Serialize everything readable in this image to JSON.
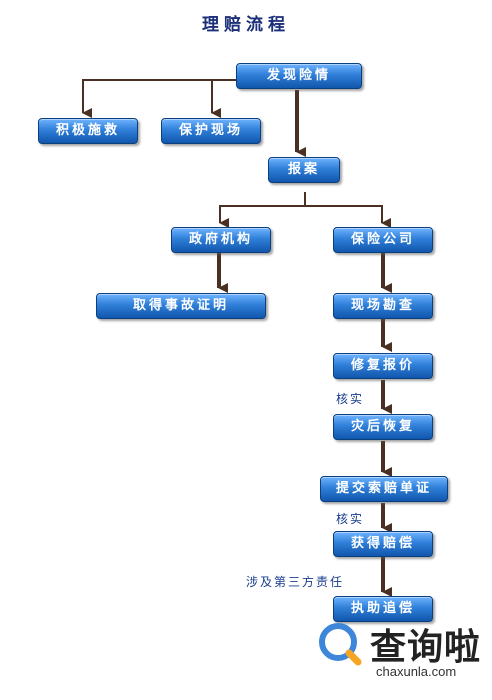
{
  "title": "理赔流程",
  "nodes": {
    "discover": "发现险情",
    "rescue": "积极施救",
    "protect": "保护现场",
    "report": "报案",
    "gov": "政府机构",
    "insurer": "保险公司",
    "cert": "取得事故证明",
    "survey": "现场勘查",
    "repair": "修复报价",
    "restore": "灾后恢复",
    "submit": "提交索赔单证",
    "payout": "获得赔偿",
    "recovery": "执助追偿"
  },
  "notes": {
    "verify1": "核实",
    "verify2": "核实",
    "third_party": "涉及第三方责任"
  },
  "logo": {
    "name": "查询啦",
    "url": "chaxunla.com"
  },
  "colors": {
    "box_top": "#6fb3ff",
    "box_bottom": "#1156ad",
    "connector": "#4a3022",
    "title": "#1b2f7a"
  }
}
